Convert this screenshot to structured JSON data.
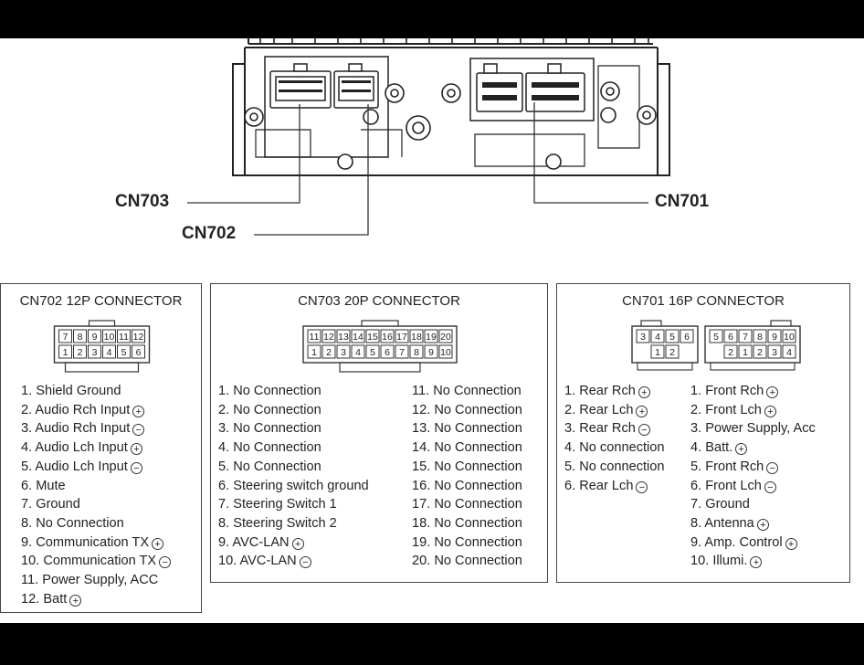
{
  "callouts": {
    "cn703": "CN703",
    "cn702": "CN702",
    "cn701": "CN701"
  },
  "panels": {
    "cn702": {
      "title": "CN702 12P CONNECTOR",
      "face_top": [
        "7",
        "8",
        "9",
        "10",
        "11",
        "12"
      ],
      "face_bottom": [
        "1",
        "2",
        "3",
        "4",
        "5",
        "6"
      ],
      "pins": [
        {
          "label": "1. Shield Ground",
          "pol": ""
        },
        {
          "label": "2. Audio Rch Input",
          "pol": "+"
        },
        {
          "label": "3. Audio Rch Input",
          "pol": "−"
        },
        {
          "label": "4. Audio Lch Input",
          "pol": "+"
        },
        {
          "label": "5. Audio Lch Input",
          "pol": "−"
        },
        {
          "label": "6. Mute",
          "pol": ""
        },
        {
          "label": "7. Ground",
          "pol": ""
        },
        {
          "label": "8. No Connection",
          "pol": ""
        },
        {
          "label": "9. Communication TX",
          "pol": "+"
        },
        {
          "label": "10. Communication TX",
          "pol": "−"
        },
        {
          "label": "11. Power Supply, ACC",
          "pol": ""
        },
        {
          "label": "12. Batt",
          "pol": "+"
        }
      ]
    },
    "cn703": {
      "title": "CN703 20P CONNECTOR",
      "face_top": [
        "11",
        "12",
        "13",
        "14",
        "15",
        "16",
        "17",
        "18",
        "19",
        "20"
      ],
      "face_bottom": [
        "1",
        "2",
        "3",
        "4",
        "5",
        "6",
        "7",
        "8",
        "9",
        "10"
      ],
      "pins_left": [
        {
          "label": "1. No Connection",
          "pol": ""
        },
        {
          "label": "2. No Connection",
          "pol": ""
        },
        {
          "label": "3. No Connection",
          "pol": ""
        },
        {
          "label": "4. No Connection",
          "pol": ""
        },
        {
          "label": "5. No Connection",
          "pol": ""
        },
        {
          "label": "6. Steering switch ground",
          "pol": ""
        },
        {
          "label": "7. Steering Switch 1",
          "pol": ""
        },
        {
          "label": "8. Steering Switch 2",
          "pol": ""
        },
        {
          "label": "9. AVC-LAN",
          "pol": "+"
        },
        {
          "label": "10. AVC-LAN",
          "pol": "−"
        }
      ],
      "pins_right": [
        {
          "label": "11. No Connection",
          "pol": ""
        },
        {
          "label": "12. No Connection",
          "pol": ""
        },
        {
          "label": "13. No Connection",
          "pol": ""
        },
        {
          "label": "14. No Connection",
          "pol": ""
        },
        {
          "label": "15. No Connection",
          "pol": ""
        },
        {
          "label": "16. No Connection",
          "pol": ""
        },
        {
          "label": "17. No Connection",
          "pol": ""
        },
        {
          "label": "18. No Connection",
          "pol": ""
        },
        {
          "label": "19. No Connection",
          "pol": ""
        },
        {
          "label": "20. No Connection",
          "pol": ""
        }
      ]
    },
    "cn701": {
      "title": "CN701 16P CONNECTOR",
      "face_left_top": [
        "3",
        "4",
        "5",
        "6"
      ],
      "face_left_bottom": [
        "1",
        "2"
      ],
      "face_right_top": [
        "5",
        "6",
        "7",
        "8",
        "9",
        "10"
      ],
      "face_right_bottom": [
        "2",
        "1",
        "2",
        "3",
        "4"
      ],
      "pins_left": [
        {
          "label": "1. Rear Rch",
          "pol": "+"
        },
        {
          "label": "2. Rear Lch",
          "pol": "+"
        },
        {
          "label": "3. Rear Rch",
          "pol": "−"
        },
        {
          "label": "4. No connection",
          "pol": ""
        },
        {
          "label": "5. No connection",
          "pol": ""
        },
        {
          "label": "6. Rear Lch",
          "pol": "−"
        }
      ],
      "pins_right": [
        {
          "label": "1. Front Rch",
          "pol": "+"
        },
        {
          "label": "2. Front Lch",
          "pol": "+"
        },
        {
          "label": "3. Power Supply, Acc",
          "pol": ""
        },
        {
          "label": "4. Batt.",
          "pol": "+"
        },
        {
          "label": "5. Front Rch",
          "pol": "−"
        },
        {
          "label": "6. Front Lch",
          "pol": "−"
        },
        {
          "label": "7. Ground",
          "pol": ""
        },
        {
          "label": "8. Antenna",
          "pol": "+"
        },
        {
          "label": "9. Amp. Control",
          "pol": "+"
        },
        {
          "label": "10. Illumi.",
          "pol": "+"
        }
      ]
    }
  }
}
